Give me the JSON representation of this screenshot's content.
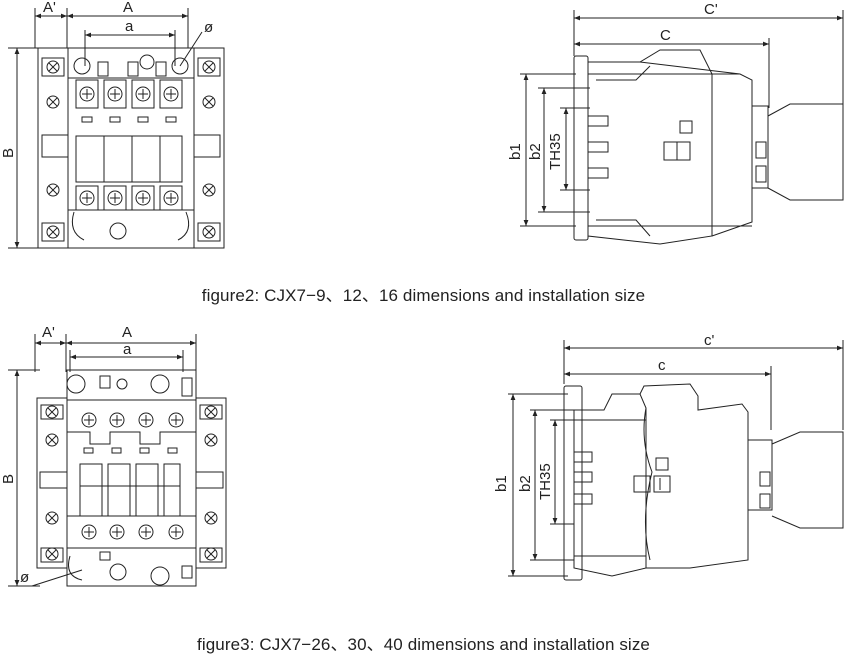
{
  "figure2": {
    "caption": "figure2: CJX7−9、12、16 dimensions and installation size",
    "front_labels": {
      "a_prime": "A'",
      "a_upper": "A",
      "a_lower": "a",
      "phi": "ø",
      "b": "B"
    },
    "side_labels": {
      "c_prime": "C'",
      "c": "C",
      "b1": "b1",
      "b2": "b2",
      "th35": "TH35"
    }
  },
  "figure3": {
    "caption": "figure3: CJX7−26、30、40 dimensions and installation size",
    "front_labels": {
      "a_prime": "A'",
      "a_upper": "A",
      "a_lower": "a",
      "phi": "ø",
      "b": "B"
    },
    "side_labels": {
      "c_prime": "c'",
      "c": "c",
      "b1": "b1",
      "b2": "b2",
      "th35": "TH35"
    }
  },
  "colors": {
    "line": "#222222",
    "background": "#ffffff"
  }
}
